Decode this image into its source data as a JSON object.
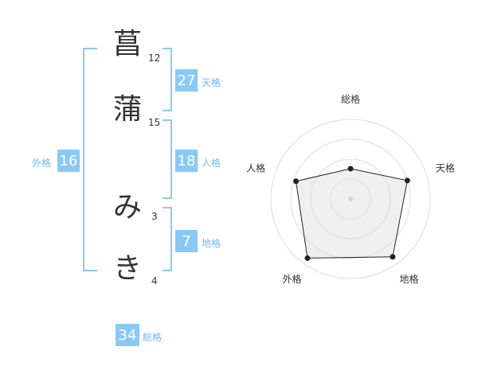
{
  "name": {
    "chars": [
      {
        "char": "菖",
        "strokes": "12"
      },
      {
        "char": "蒲",
        "strokes": "15"
      },
      {
        "char": "み",
        "strokes": "3"
      },
      {
        "char": "き",
        "strokes": "4"
      }
    ]
  },
  "kaku": {
    "tenkaku": {
      "value": "27",
      "label": "天格"
    },
    "jinkaku": {
      "value": "18",
      "label": "人格"
    },
    "chikaku": {
      "value": "7",
      "label": "地格"
    },
    "gaikaku": {
      "value": "16",
      "label": "外格"
    },
    "soukaku": {
      "value": "34",
      "label": "総格"
    }
  },
  "colors": {
    "accent": "#89c9f4",
    "label": "#6fb8ea",
    "text": "#333333"
  },
  "chart_data": {
    "type": "radar",
    "axes": [
      "総格",
      "天格",
      "地格",
      "外格",
      "人格"
    ],
    "values": [
      0.38,
      0.75,
      0.9,
      0.92,
      0.72
    ],
    "rings": 4,
    "grid": true
  }
}
